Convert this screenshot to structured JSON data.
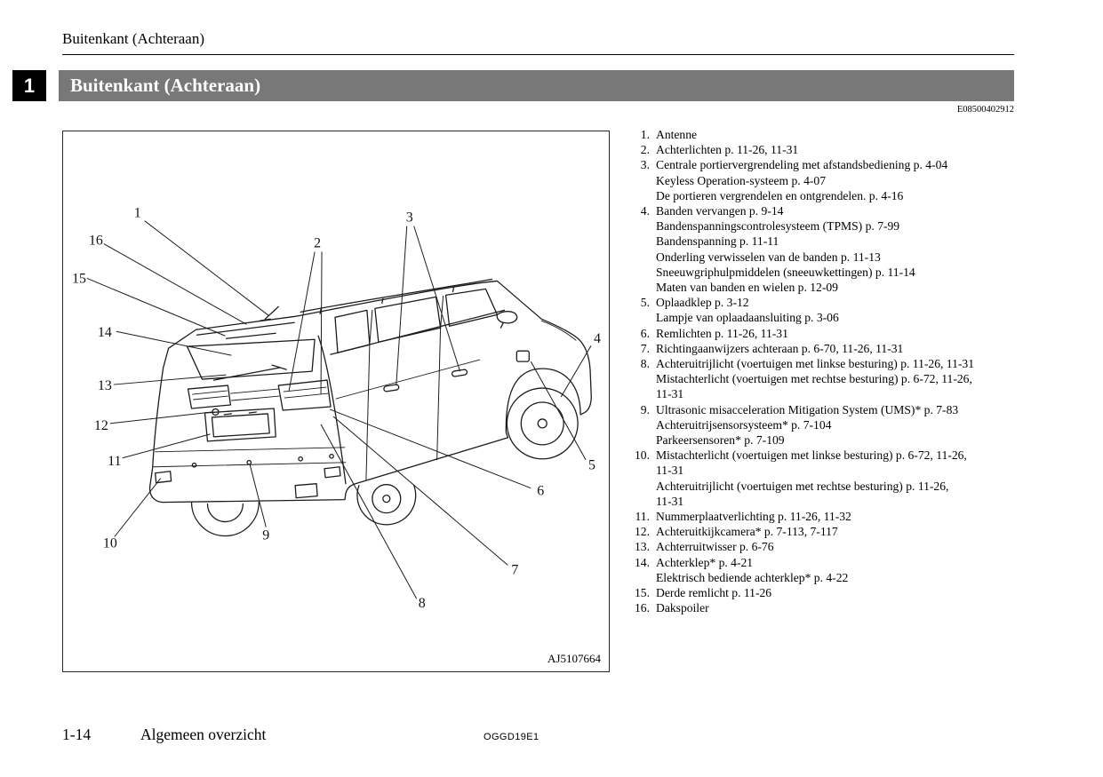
{
  "header": {
    "running_title": "Buitenkant (Achteraan)",
    "chapter_number": "1",
    "section_title": "Buitenkant (Achteraan)",
    "revision_code": "E08500402912"
  },
  "figure": {
    "figure_code": "AJ5107664",
    "callouts": [
      "1",
      "2",
      "3",
      "4",
      "5",
      "6",
      "7",
      "8",
      "9",
      "10",
      "11",
      "12",
      "13",
      "14",
      "15",
      "16"
    ]
  },
  "legend": {
    "items": [
      {
        "num": "1.",
        "lines": [
          "Antenne"
        ]
      },
      {
        "num": "2.",
        "lines": [
          "Achterlichten p. 11-26, 11-31"
        ]
      },
      {
        "num": "3.",
        "lines": [
          "Centrale portiervergrendeling met afstandsbediening p. 4-04",
          "Keyless Operation-systeem p. 4-07",
          "De portieren vergrendelen en ontgrendelen. p. 4-16"
        ]
      },
      {
        "num": "4.",
        "lines": [
          "Banden vervangen p. 9-14",
          "Bandenspanningscontrolesysteem (TPMS) p. 7-99",
          "Bandenspanning p. 11-11",
          "Onderling verwisselen van de banden p. 11-13",
          "Sneeuwgriphulpmiddelen (sneeuwkettingen) p. 11-14",
          "Maten van banden en wielen p. 12-09"
        ]
      },
      {
        "num": "5.",
        "lines": [
          "Oplaadklep p. 3-12",
          "Lampje van oplaadaansluiting p. 3-06"
        ]
      },
      {
        "num": "6.",
        "lines": [
          "Remlichten p. 11-26, 11-31"
        ]
      },
      {
        "num": "7.",
        "lines": [
          "Richtingaanwijzers achteraan p. 6-70, 11-26, 11-31"
        ]
      },
      {
        "num": "8.",
        "lines": [
          "Achteruitrijlicht (voertuigen met linkse besturing) p. 11-26, 11-31",
          "Mistachterlicht (voertuigen met rechtse besturing) p. 6-72, 11-26,",
          "11-31"
        ]
      },
      {
        "num": "9.",
        "lines": [
          "Ultrasonic misacceleration Mitigation System (UMS)* p. 7-83",
          "Achteruitrijsensorsysteem* p. 7-104",
          "Parkeersensoren* p. 7-109"
        ]
      },
      {
        "num": "10.",
        "lines": [
          "Mistachterlicht (voertuigen met linkse besturing) p. 6-72, 11-26,",
          "11-31",
          "Achteruitrijlicht (voertuigen met rechtse besturing) p. 11-26,",
          "11-31"
        ]
      },
      {
        "num": "11.",
        "lines": [
          "Nummerplaatverlichting p. 11-26, 11-32"
        ]
      },
      {
        "num": "12.",
        "lines": [
          "Achteruitkijkcamera* p. 7-113, 7-117"
        ]
      },
      {
        "num": "13.",
        "lines": [
          "Achterruitwisser p. 6-76"
        ]
      },
      {
        "num": "14.",
        "lines": [
          "Achterklep* p. 4-21",
          "Elektrisch bediende achterklep* p. 4-22"
        ]
      },
      {
        "num": "15.",
        "lines": [
          "Derde remlicht p. 11-26"
        ]
      },
      {
        "num": "16.",
        "lines": [
          "Dakspoiler"
        ]
      }
    ]
  },
  "footer": {
    "page_number": "1-14",
    "section_name": "Algemeen overzicht",
    "doc_code": "OGGD19E1"
  }
}
